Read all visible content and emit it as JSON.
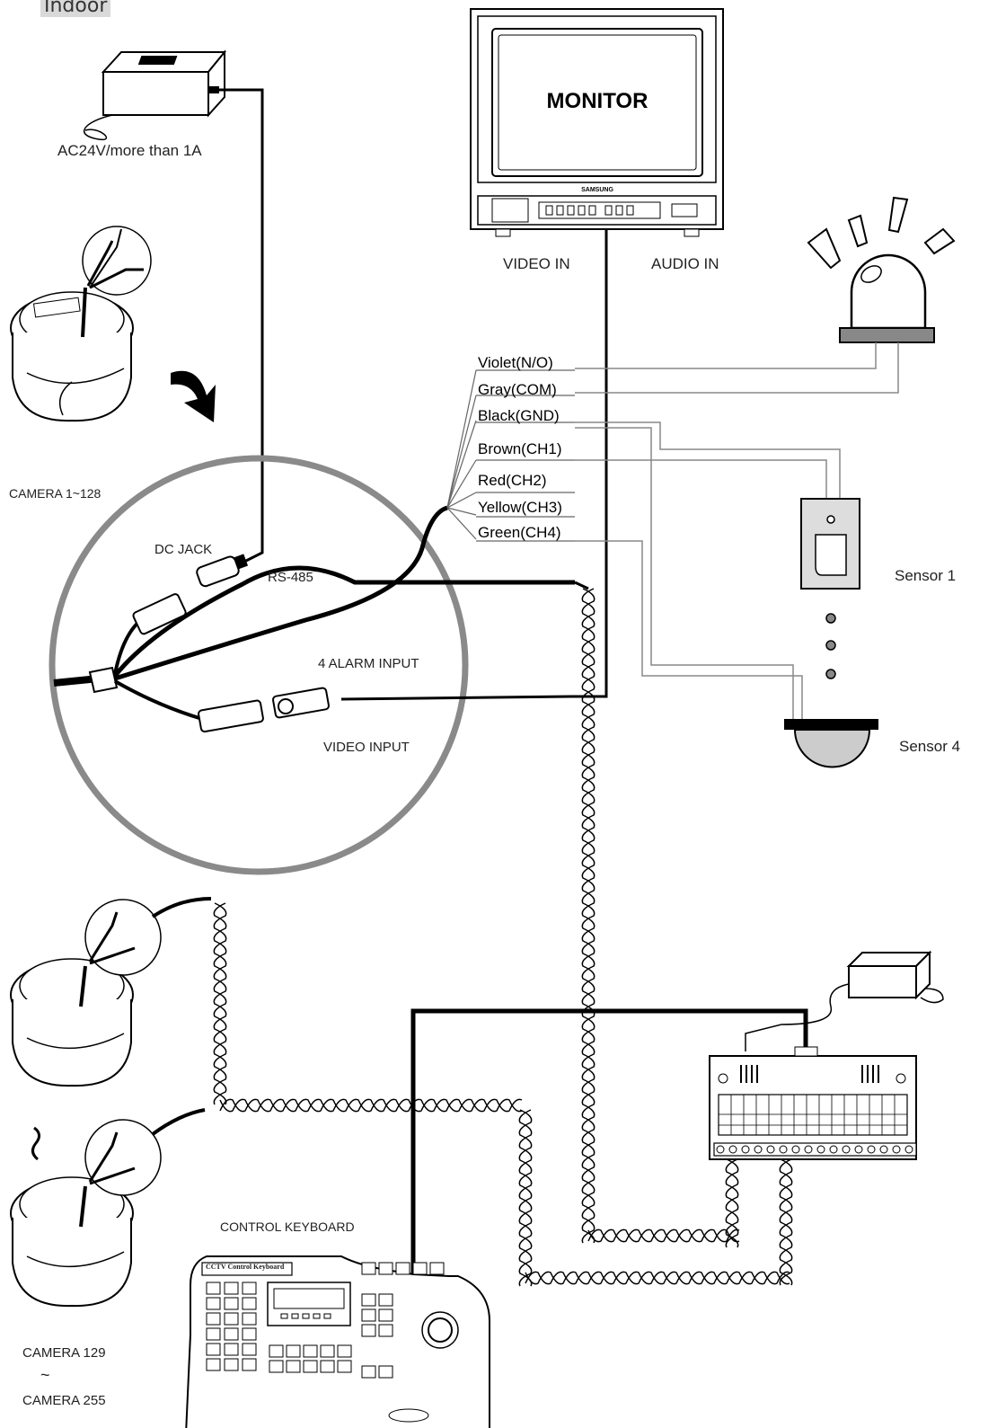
{
  "header": {
    "location": "Indoor"
  },
  "power": {
    "label": "AC24V/more than 1A"
  },
  "monitor": {
    "title": "MONITOR",
    "brand": "SAMSUNG",
    "video_in": "VIDEO IN",
    "audio_in": "AUDIO IN"
  },
  "camera_group_1": {
    "label": "CAMERA 1~128"
  },
  "connectors": {
    "dc_jack": "DC JACK",
    "rs485": "RS-485",
    "alarm_input": "4 ALARM INPUT",
    "video_input": "VIDEO INPUT"
  },
  "alarm_wires": [
    "Violet(N/O)",
    "Gray(COM)",
    "Black(GND)",
    "Brown(CH1)",
    "Red(CH2)",
    "Yellow(CH3)",
    "Green(CH4)"
  ],
  "sensors": {
    "first": "Sensor 1",
    "last": "Sensor 4"
  },
  "keyboard": {
    "label": "CONTROL  KEYBOARD",
    "panel_title": "CCTV Control Keyboard"
  },
  "camera_group_2": {
    "line1": "CAMERA 129",
    "tilde": "~",
    "line2": "CAMERA 255"
  },
  "colors": {
    "circle": "#8a8a8a",
    "wire": "#000000",
    "thin_wire": "#888888"
  }
}
